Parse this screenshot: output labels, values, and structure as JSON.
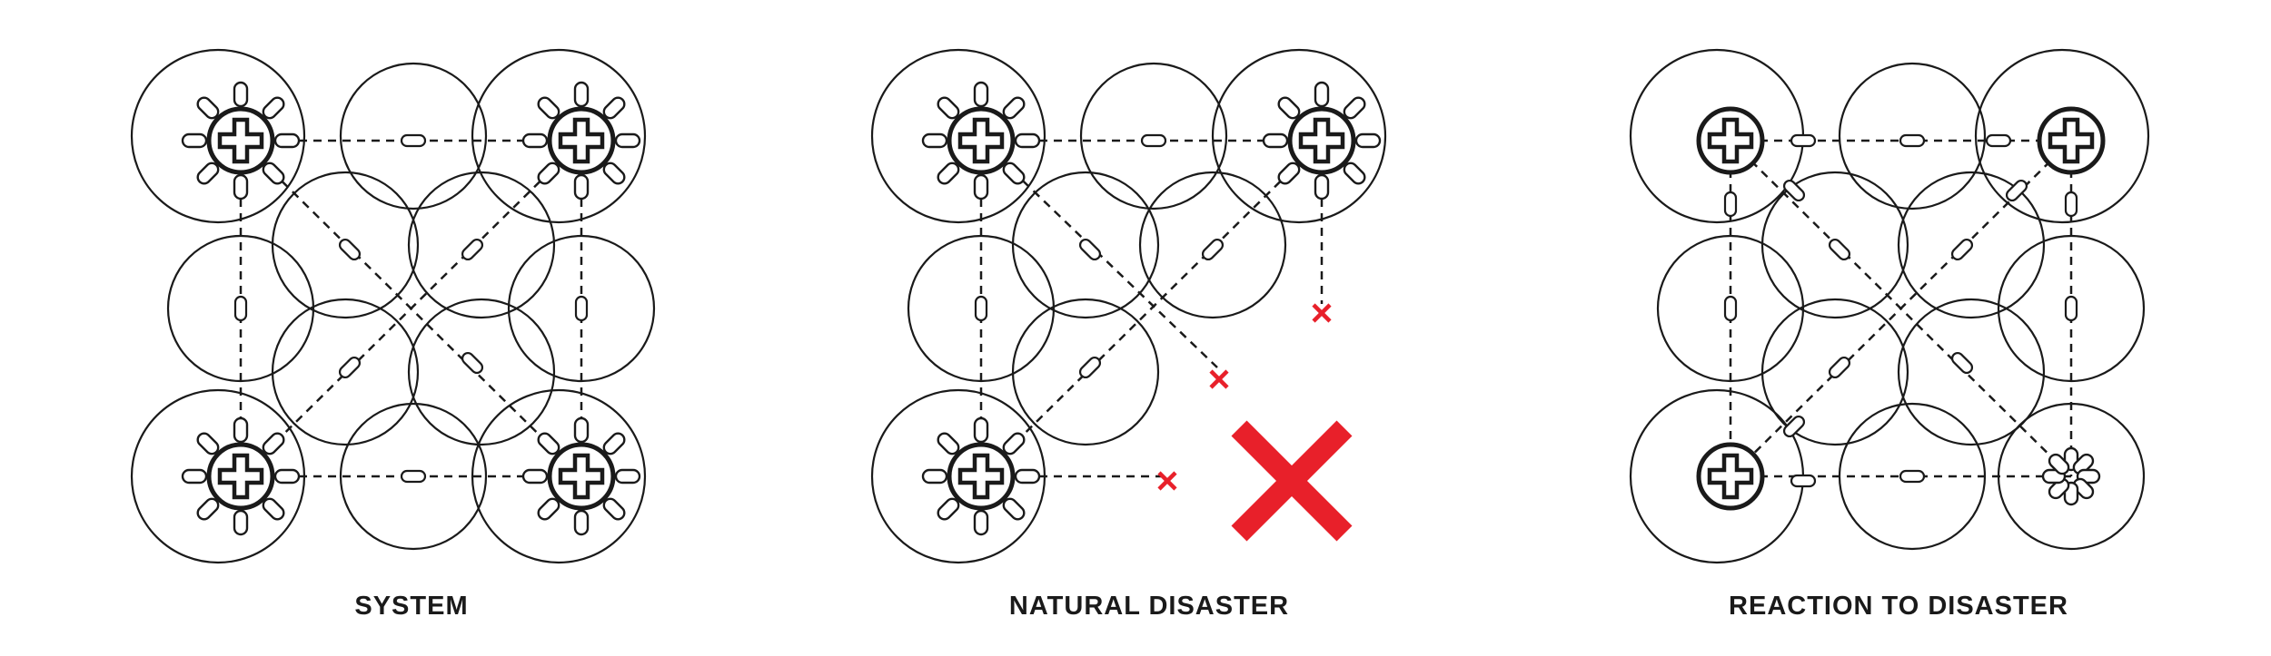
{
  "panels": [
    {
      "id": "system",
      "caption": "SYSTEM"
    },
    {
      "id": "natural-disaster",
      "caption": "NATURAL DISASTER"
    },
    {
      "id": "reaction",
      "caption": "REACTION TO DISASTER"
    }
  ],
  "colors": {
    "ink": "#1a1a1a",
    "alert": "#e8202a",
    "background": "#ffffff"
  },
  "icons": [
    "hospital-cross-icon",
    "sunburst-node-icon",
    "link-node-icon",
    "failure-x-icon",
    "large-red-x-icon",
    "damaged-node-icon"
  ]
}
